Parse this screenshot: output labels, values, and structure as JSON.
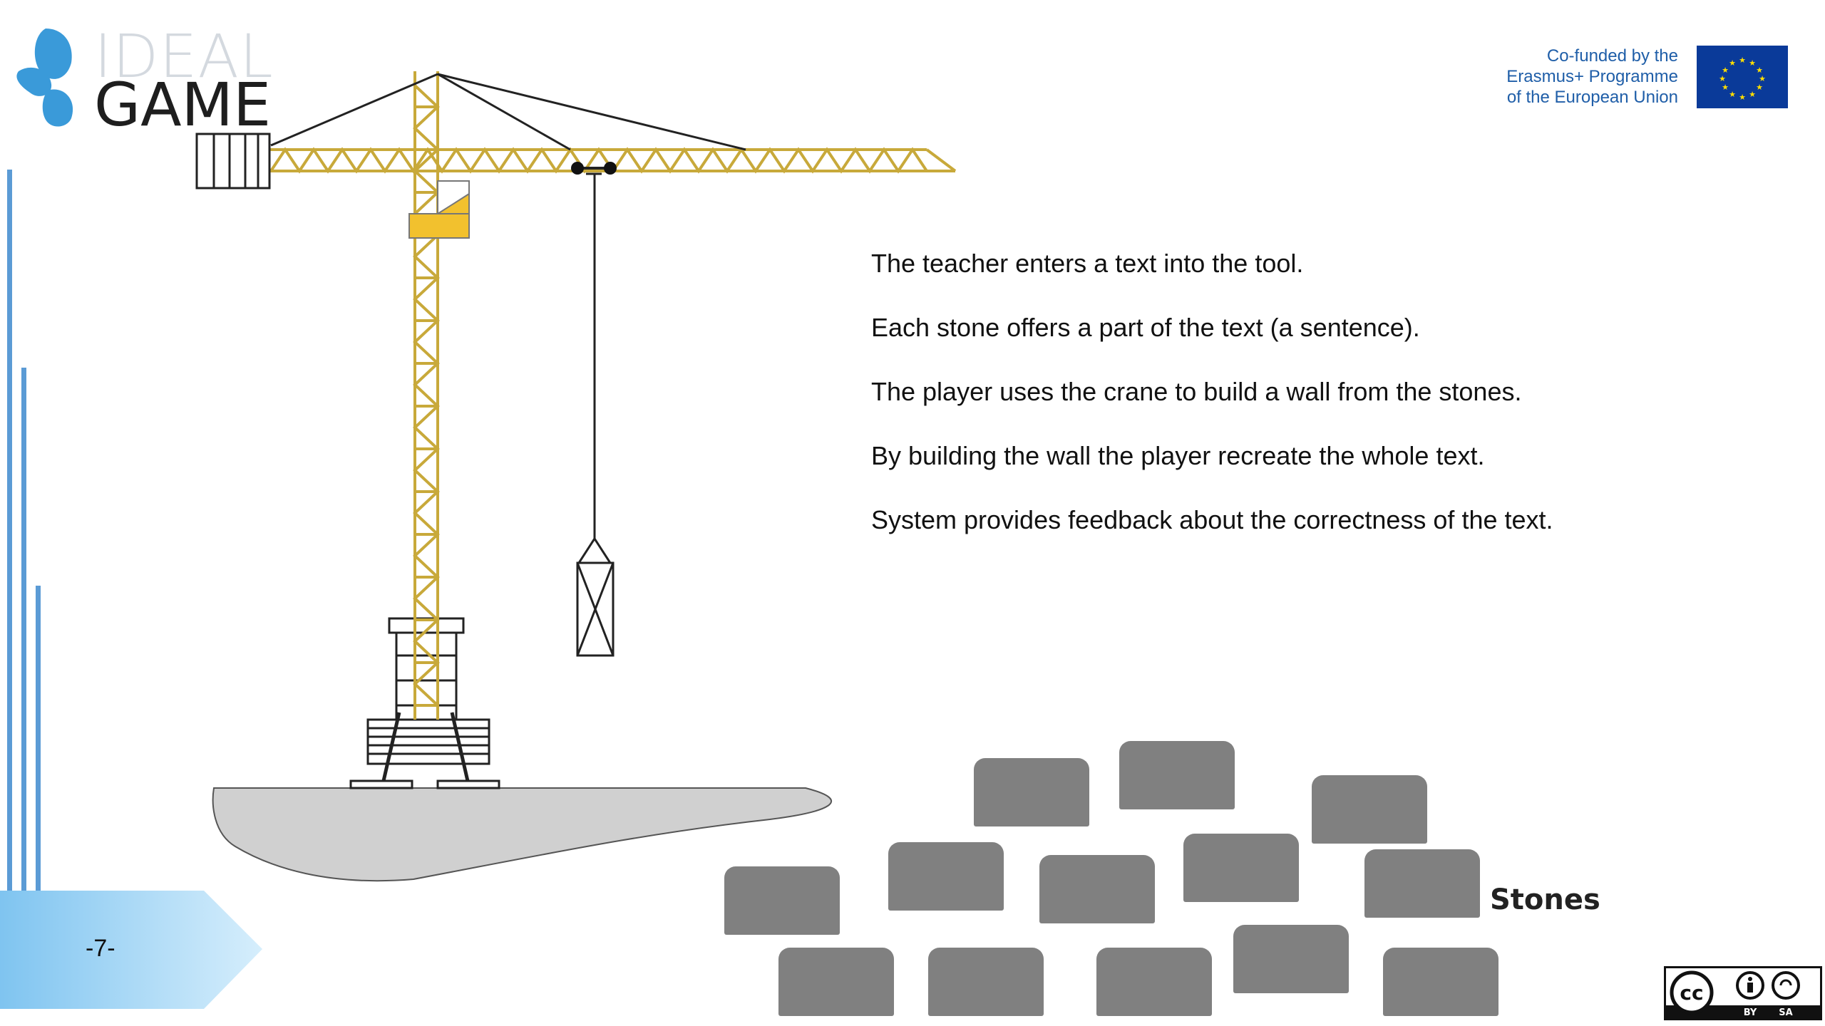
{
  "logo": {
    "line1": "IDEAL",
    "line2": "GAME"
  },
  "funding": {
    "lines": [
      "Co-funded by the",
      "Erasmus+ Programme",
      "of the European Union"
    ],
    "flag_color": "#0a3a99",
    "star_color": "#ffde00"
  },
  "description": [
    "The teacher enters a text into the tool.",
    "Each stone offers a part of the text (a sentence).",
    "The player uses the crane to build a wall from the stones.",
    "By building the wall the player recreate the whole text.",
    "System provides feedback about the correctness of the text."
  ],
  "stones": {
    "label": "Stones",
    "color": "#808080"
  },
  "page": {
    "number": "-7-"
  },
  "license": {
    "badge": "cc",
    "by": "BY",
    "sa": "SA"
  },
  "colors": {
    "accent_blue": "#5b9bd5",
    "crane_yellow": "#c8a93a",
    "ground": "#d0d0d0"
  }
}
